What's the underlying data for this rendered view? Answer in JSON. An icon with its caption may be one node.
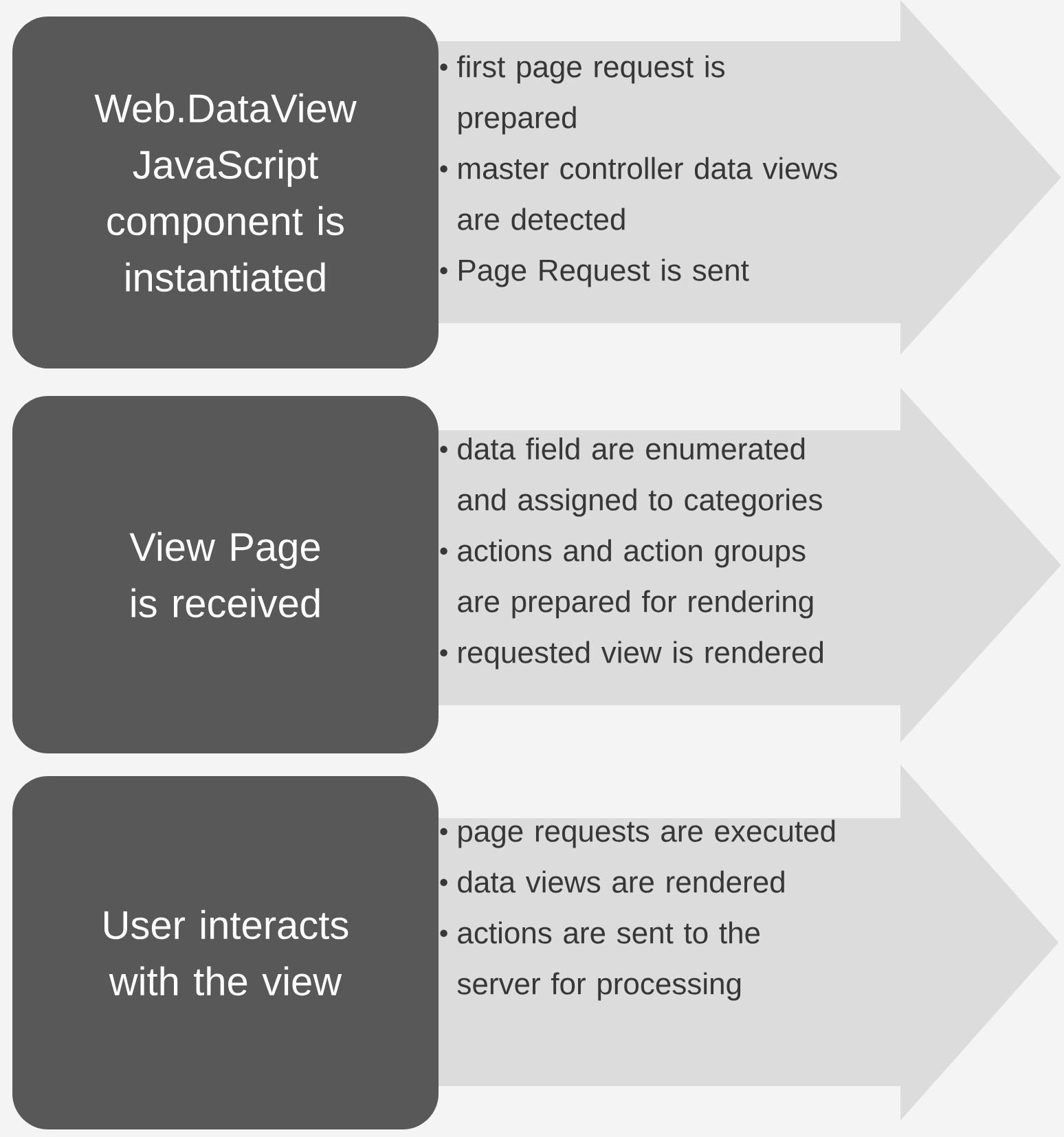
{
  "diagram": {
    "nodes": [
      {
        "text": [
          "Web.DataView JavaScript component is instantiated"
        ]
      },
      {
        "text": [
          "first page request is prepared",
          "master controller data views are detected",
          "Page Request is sent"
        ]
      },
      {
        "text": [
          "View Page is received"
        ]
      },
      {
        "text": [
          "data field are enumerated and assigned to categories",
          "actions and action groups are prepared for rendering",
          "requested view is rendered"
        ]
      },
      {
        "text": [
          "User interacts with the view"
        ]
      },
      {
        "text": [
          "page requests are executed",
          "data views are rendered",
          "actions are sent to the server for processing"
        ]
      }
    ]
  }
}
